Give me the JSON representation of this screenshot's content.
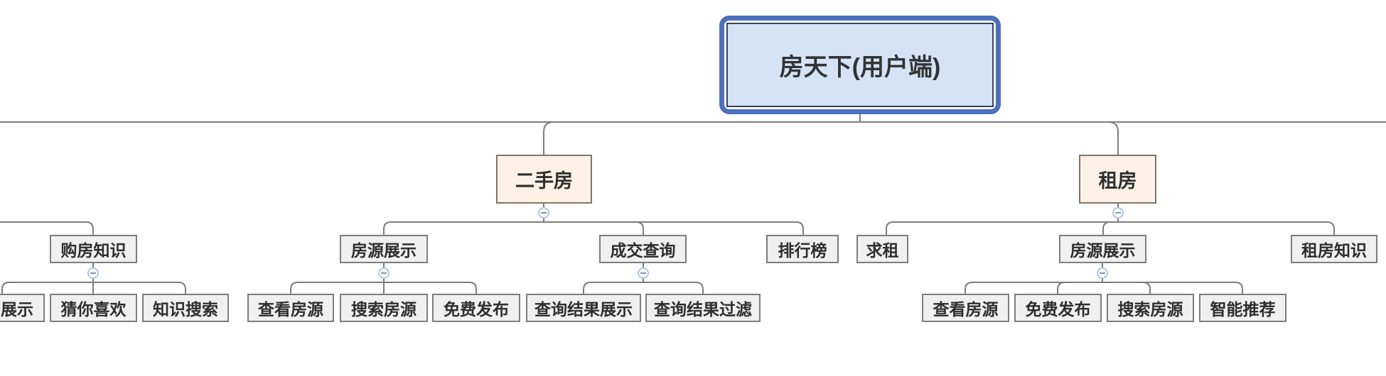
{
  "app": {
    "diagram_title": "房天下(用户端)"
  },
  "colors": {
    "root_selection_border": "#4e6fbe",
    "root_fill": "#d5e3f7",
    "root_inner_border": "#39455e",
    "branch_fill": "#fdf1e7",
    "branch_border": "#7e7568",
    "node_fill": "#f0f0f0",
    "node_border": "#7d7d7d",
    "connector_line": "#7d7d7d",
    "collapse_ring": "#b0c4e8",
    "collapse_minus": "#8191b8",
    "text": "#2e2e2e"
  },
  "icons": {
    "collapse": "−"
  },
  "nodes": {
    "root": "房天下(用户端)",
    "second_hand": "二手房",
    "rent": "租房",
    "buy_knowledge": "购房知识",
    "sh_listing": "房源展示",
    "sh_deal_query": "成交查询",
    "sh_ranking": "排行榜",
    "rent_seek": "求租",
    "rent_listing": "房源展示",
    "rent_knowledge": "租房知识",
    "bk_display": "展示",
    "bk_guess_like": "猜你喜欢",
    "bk_knowledge_search": "知识搜索",
    "shl_view": "查看房源",
    "shl_search": "搜索房源",
    "shl_free_publish": "免费发布",
    "dq_result_display": "查询结果展示",
    "dq_result_filter": "查询结果过滤",
    "rl_view": "查看房源",
    "rl_free_publish": "免费发布",
    "rl_search": "搜索房源",
    "rl_smart_recommend": "智能推荐"
  },
  "structure": {
    "root_children_visible": [
      "二手房",
      "租房"
    ],
    "second_hand_children": [
      "房源展示",
      "成交查询",
      "排行榜"
    ],
    "rent_children": [
      "求租",
      "房源展示",
      "租房知识"
    ],
    "buy_knowledge_children": [
      "展示",
      "猜你喜欢",
      "知识搜索"
    ],
    "sh_listing_children": [
      "查看房源",
      "搜索房源",
      "免费发布"
    ],
    "deal_query_children": [
      "查询结果展示",
      "查询结果过滤"
    ],
    "rent_listing_children": [
      "查看房源",
      "免费发布",
      "搜索房源",
      "智能推荐"
    ]
  }
}
